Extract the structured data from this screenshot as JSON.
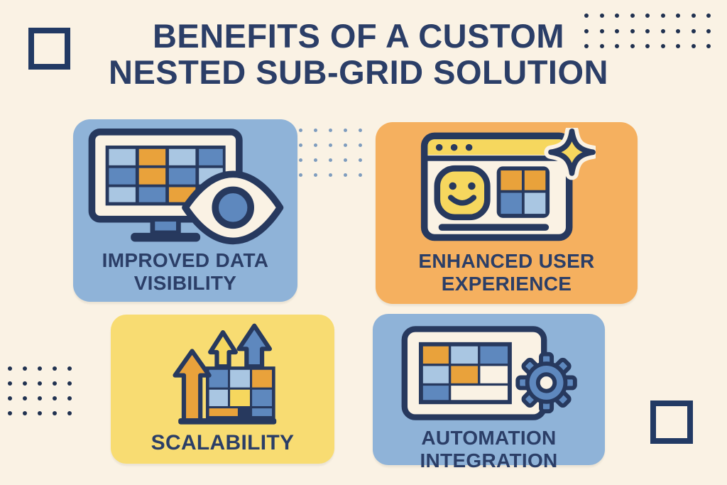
{
  "title": {
    "line1": "BENEFITS OF A CUSTOM",
    "line2": "NESTED SUB-GRID SOLUTION"
  },
  "cards": [
    {
      "label": "IMPROVED DATA VISIBILITY",
      "bg": "#8FB3D8",
      "icon": "monitor-grid-eye-icon"
    },
    {
      "label": "ENHANCED USER EXPERIENCE",
      "bg": "#F5B05F",
      "icon": "browser-smiley-sparkle-icon"
    },
    {
      "label": "SCALABILITY",
      "bg": "#F8DC72",
      "icon": "growth-arrows-grid-icon"
    },
    {
      "label": "AUTOMATION INTEGRATION",
      "bg": "#8FB3D8",
      "icon": "grid-gear-icon"
    }
  ],
  "colors": {
    "background": "#FAF2E4",
    "text_navy": "#2B3E67",
    "outline_navy": "#27395E",
    "card_blue": "#8FB3D8",
    "card_orange": "#F5B05F",
    "card_yellow": "#F8DC72",
    "icon_blue_mid": "#5E88BE",
    "icon_blue_light": "#A9C6E2",
    "icon_orange": "#E9A23B",
    "icon_yellow": "#F6D75E",
    "icon_cream": "#FAF2E4"
  },
  "decorations": {
    "squares": [
      {
        "name": "decor-square-top-left",
        "color": "#223A64"
      },
      {
        "name": "decor-square-bottom-right",
        "color": "#223A64"
      }
    ],
    "dot_grids": [
      {
        "name": "decor-dots-top-right",
        "rows": 3,
        "cols": 9,
        "cell": 21.5,
        "dot": 6,
        "color": "#203150"
      },
      {
        "name": "decor-dots-left",
        "rows": 4,
        "cols": 5,
        "cell": 21,
        "dot": 6,
        "color": "#203150"
      },
      {
        "name": "decor-dots-center",
        "rows": 4,
        "cols": 5,
        "cell": 21,
        "dot": 5,
        "color": "#7E9CBE"
      }
    ]
  }
}
